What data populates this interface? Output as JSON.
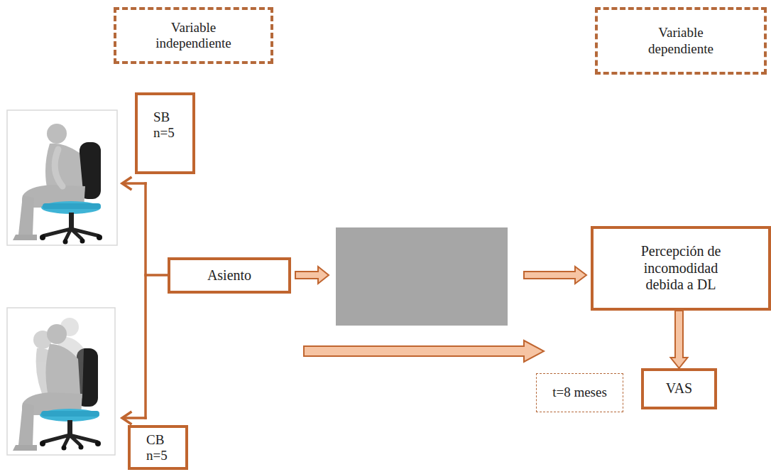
{
  "diagram": {
    "nodes": [
      {
        "text": [
          "Variable independiente"
        ]
      },
      {
        "text": [
          "Variable dependiente"
        ]
      },
      {
        "text": [
          "SB n=5"
        ]
      },
      {
        "text": [
          "Asiento"
        ]
      },
      {
        "text": [
          "Percepción de incomodidad debida a DL"
        ]
      },
      {
        "text": [
          "t=8 meses"
        ]
      },
      {
        "text": [
          "VAS"
        ]
      },
      {
        "text": [
          "CB n=5"
        ]
      }
    ],
    "edges": [
      {
        "from": 4,
        "to": 6,
        "arrow": "to"
      }
    ]
  }
}
